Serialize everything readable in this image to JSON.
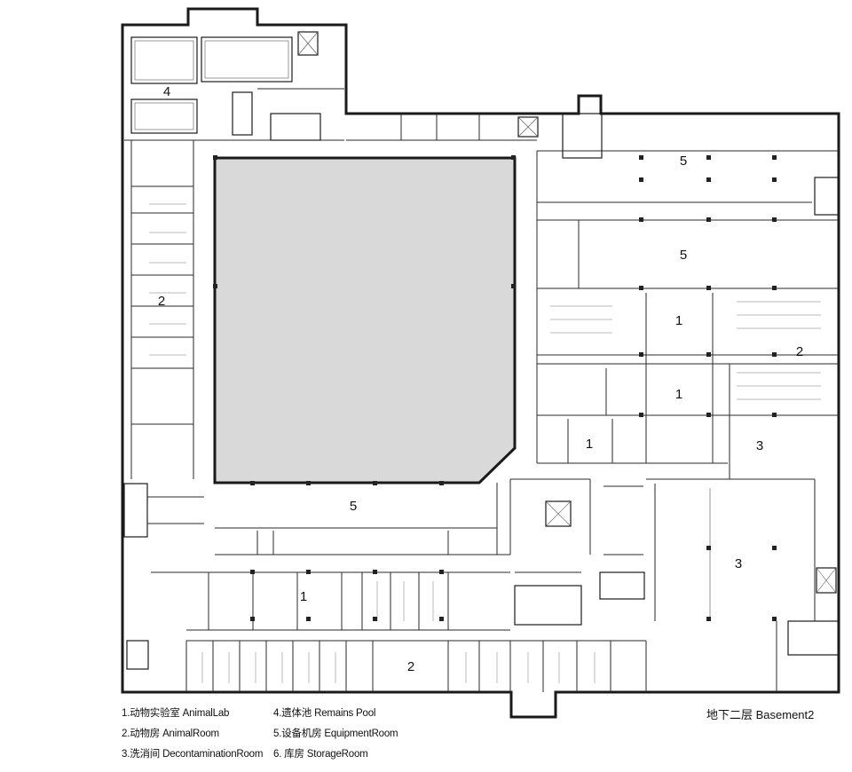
{
  "floor_title": "地下二层  Basement2",
  "legend": [
    {
      "label": "1.动物实验室  AnimalLab"
    },
    {
      "label": "2.动物房  AnimalRoom"
    },
    {
      "label": "3.洗消间  DecontaminationRoom"
    },
    {
      "label": "4.遗体池  Remains Pool"
    },
    {
      "label": "5.设备机房  EquipmentRoom"
    },
    {
      "label": "6. 库房  StorageRoom"
    }
  ],
  "rooms": [
    {
      "id": "r4-pool",
      "number": "4"
    },
    {
      "id": "r2-west",
      "number": "2"
    },
    {
      "id": "r5-east-top",
      "number": "5"
    },
    {
      "id": "r5-east-mid",
      "number": "5"
    },
    {
      "id": "r1-east-a",
      "number": "1"
    },
    {
      "id": "r2-east",
      "number": "2"
    },
    {
      "id": "r1-east-b",
      "number": "1"
    },
    {
      "id": "r1-east-c",
      "number": "1"
    },
    {
      "id": "r3-east-a",
      "number": "3"
    },
    {
      "id": "r5-center",
      "number": "5"
    },
    {
      "id": "r3-east-b",
      "number": "3"
    },
    {
      "id": "r1-south",
      "number": "1"
    },
    {
      "id": "r2-south",
      "number": "2"
    }
  ],
  "colors": {
    "wall": "#1a1a1a",
    "courtyard": "#d9d9d9",
    "background": "#ffffff"
  }
}
